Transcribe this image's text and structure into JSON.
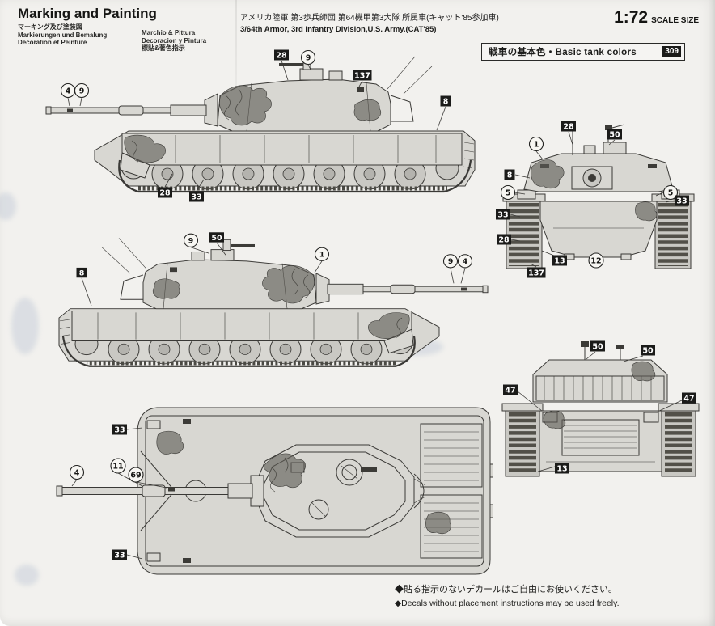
{
  "header": {
    "title": "Marking and Painting",
    "subtitle_ja": "マーキング及び塗装図",
    "subtitle_de": "Markierungen und Bemalung",
    "subtitle_fr": "Decoration et Peinture",
    "subtitle_it": "Marchio & Pittura",
    "subtitle_es": "Decoracion y Pintura",
    "subtitle_zh": "標貼&著色指示",
    "vehicle_ja": "アメリカ陸軍 第3歩兵師団 第64機甲第3大隊 所属車(キャット'85参加車)",
    "vehicle_en": "3/64th Armor, 3rd Infantry Division,U.S. Army.(CAT'85)",
    "scale": "1:72",
    "scale_label": "SCALE SIZE"
  },
  "colors_box": {
    "label": "戦車の基本色・Basic tank colors",
    "code": "309"
  },
  "footer": {
    "note_ja": "◆貼る指示のないデカールはご自由にお使いください。",
    "note_en": "◆Decals without placement instructions may be used freely."
  },
  "colors": {
    "paper": "#f2f1ee",
    "ink": "#2b2b28",
    "callout_square": "#1b1b19"
  },
  "callouts": {
    "side_left": [
      {
        "label": "4",
        "type": "circle"
      },
      {
        "label": "9",
        "type": "circle"
      },
      {
        "label": "28",
        "type": "square"
      },
      {
        "label": "9",
        "type": "circle"
      },
      {
        "label": "137",
        "type": "square"
      },
      {
        "label": "8",
        "type": "square"
      },
      {
        "label": "28",
        "type": "square"
      },
      {
        "label": "33",
        "type": "square"
      }
    ],
    "side_right": [
      {
        "label": "9",
        "type": "circle"
      },
      {
        "label": "50",
        "type": "square"
      },
      {
        "label": "1",
        "type": "circle"
      },
      {
        "label": "8",
        "type": "square"
      },
      {
        "label": "9",
        "type": "circle"
      },
      {
        "label": "4",
        "type": "circle"
      }
    ],
    "top": [
      {
        "label": "33",
        "type": "square"
      },
      {
        "label": "4",
        "type": "circle"
      },
      {
        "label": "11",
        "type": "circle"
      },
      {
        "label": "69",
        "type": "circle"
      },
      {
        "label": "33",
        "type": "square"
      }
    ],
    "front": [
      {
        "label": "28",
        "type": "square"
      },
      {
        "label": "50",
        "type": "square"
      },
      {
        "label": "1",
        "type": "circle"
      },
      {
        "label": "8",
        "type": "square"
      },
      {
        "label": "5",
        "type": "circle"
      },
      {
        "label": "33",
        "type": "square"
      },
      {
        "label": "28",
        "type": "square"
      },
      {
        "label": "13",
        "type": "square"
      },
      {
        "label": "12",
        "type": "circle"
      },
      {
        "label": "137",
        "type": "square"
      },
      {
        "label": "5",
        "type": "circle"
      },
      {
        "label": "33",
        "type": "square"
      }
    ],
    "rear": [
      {
        "label": "50",
        "type": "square"
      },
      {
        "label": "50",
        "type": "square"
      },
      {
        "label": "47",
        "type": "square"
      },
      {
        "label": "47",
        "type": "square"
      },
      {
        "label": "13",
        "type": "square"
      }
    ]
  }
}
